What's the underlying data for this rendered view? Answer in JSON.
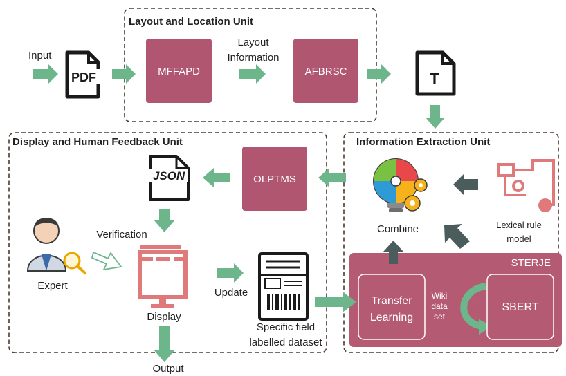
{
  "units": {
    "layout": {
      "title": "Layout and Location Unit"
    },
    "display": {
      "title": "Display and Human Feedback Unit"
    },
    "extraction": {
      "title": "Information Extraction Unit"
    }
  },
  "labels": {
    "input": "Input",
    "output": "Output",
    "layout_info_line1": "Layout",
    "layout_info_line2": "Information",
    "verification": "Verification",
    "expert": "Expert",
    "display": "Display",
    "update": "Update",
    "dataset_line1": "Specific field",
    "dataset_line2": "labelled dataset",
    "combine": "Combine",
    "lexical_line1": "Lexical rule",
    "lexical_line2": "model",
    "wiki_line1": "Wiki",
    "wiki_line2": "data",
    "wiki_line3": "set"
  },
  "boxes": {
    "mffapd": "MFFAPD",
    "afbrsc": "AFBRSC",
    "olptms": "OLPTMS",
    "sterje": "STERJE",
    "transfer_line1": "Transfer",
    "transfer_line2": "Learning",
    "sbert": "SBERT"
  },
  "icons": {
    "pdf": "PDF",
    "text_doc": "T",
    "json": "JSON"
  },
  "colors": {
    "box_fill": "#b05670",
    "sterje_fill": "#b55a73",
    "arrow_green": "#6db58a",
    "arrow_dark": "#4a5c5c",
    "display_icon": "#e07a7a",
    "lexical_icon": "#e07a7a",
    "dashed_border": "#4a3a30"
  }
}
